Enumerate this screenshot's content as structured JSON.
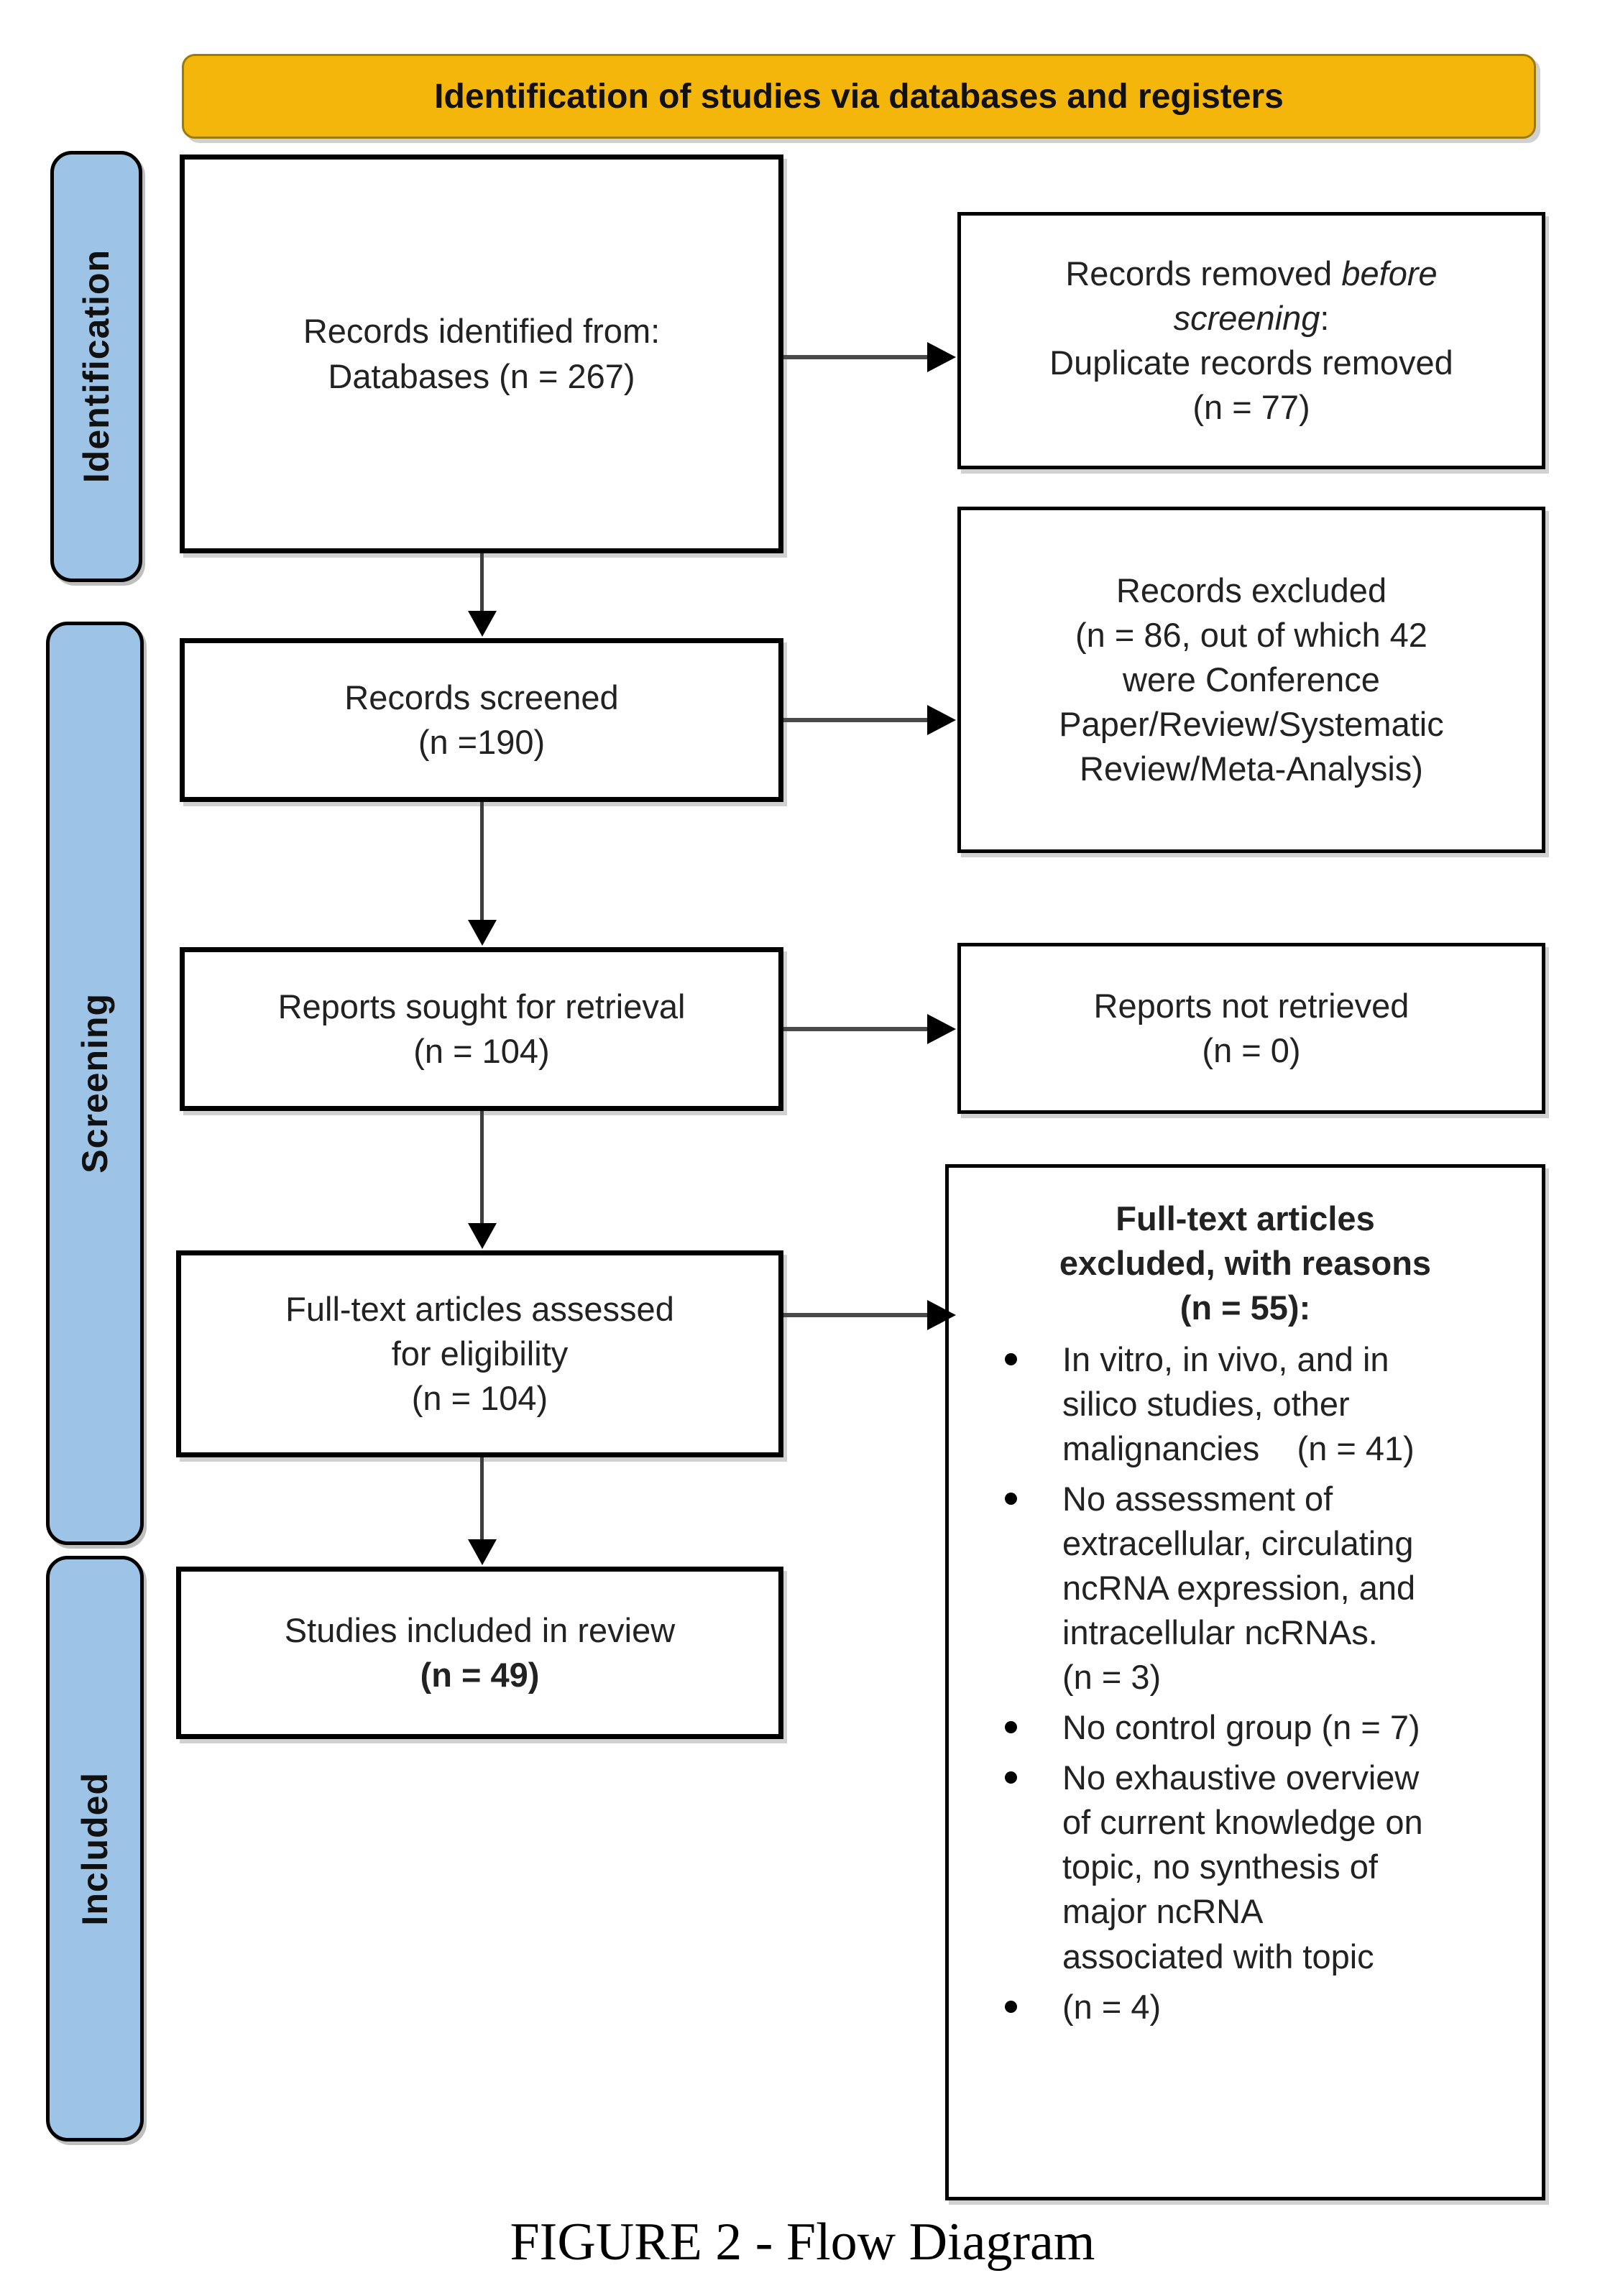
{
  "banner": {
    "title": "Identification of studies via databases and registers"
  },
  "sidebar": [
    {
      "label": "Identification"
    },
    {
      "label": "Screening"
    },
    {
      "label": "Included"
    }
  ],
  "flow": {
    "identified": {
      "l1": "Records identified from:",
      "l2": "Databases (n = 267)"
    },
    "screened": {
      "l1": "Records screened",
      "l2": "(n =190)"
    },
    "sought": {
      "l1": "Reports sought for retrieval",
      "l2": "(n = 104)"
    },
    "assessed": {
      "l1": "Full-text articles assessed",
      "l2": "for eligibility",
      "l3": "(n = 104)"
    },
    "included": {
      "l1": "Studies included in review",
      "l2": "(n = 49)"
    }
  },
  "side": {
    "removed": {
      "l1_pre": "Records removed ",
      "l1_italic": "before",
      "l2_italic": "screening",
      "l2_post": ":",
      "l3": "Duplicate records removed",
      "l4": "(n = 77)"
    },
    "excluded": {
      "text": "Records excluded\n(n = 86, out of which 42\nwere Conference\nPaper/Review/Systematic\nReview/Meta-Analysis)"
    },
    "not_retrieved": {
      "l1": "Reports not retrieved",
      "l2": "(n = 0)"
    },
    "fulltext_excluded": {
      "header": "Full-text articles\nexcluded, with reasons\n(n = 55):",
      "bullets": [
        "In vitro, in vivo, and in\nsilico studies, other\nmalignancies    (n = 41)",
        "No assessment of\nextracellular, circulating\nncRNA expression, and\nintracellular ncRNAs.\n(n = 3)",
        "No control group (n = 7)",
        "No exhaustive overview\nof current knowledge on\ntopic, no synthesis of\nmajor ncRNA\nassociated with topic",
        "(n = 4)"
      ]
    }
  },
  "caption": "FIGURE 2 - Flow Diagram",
  "colors": {
    "banner_fill": "#F5B60C",
    "stage_fill": "#9DC3E6",
    "box_border": "#000000",
    "arrow": "#3d3d3d"
  }
}
